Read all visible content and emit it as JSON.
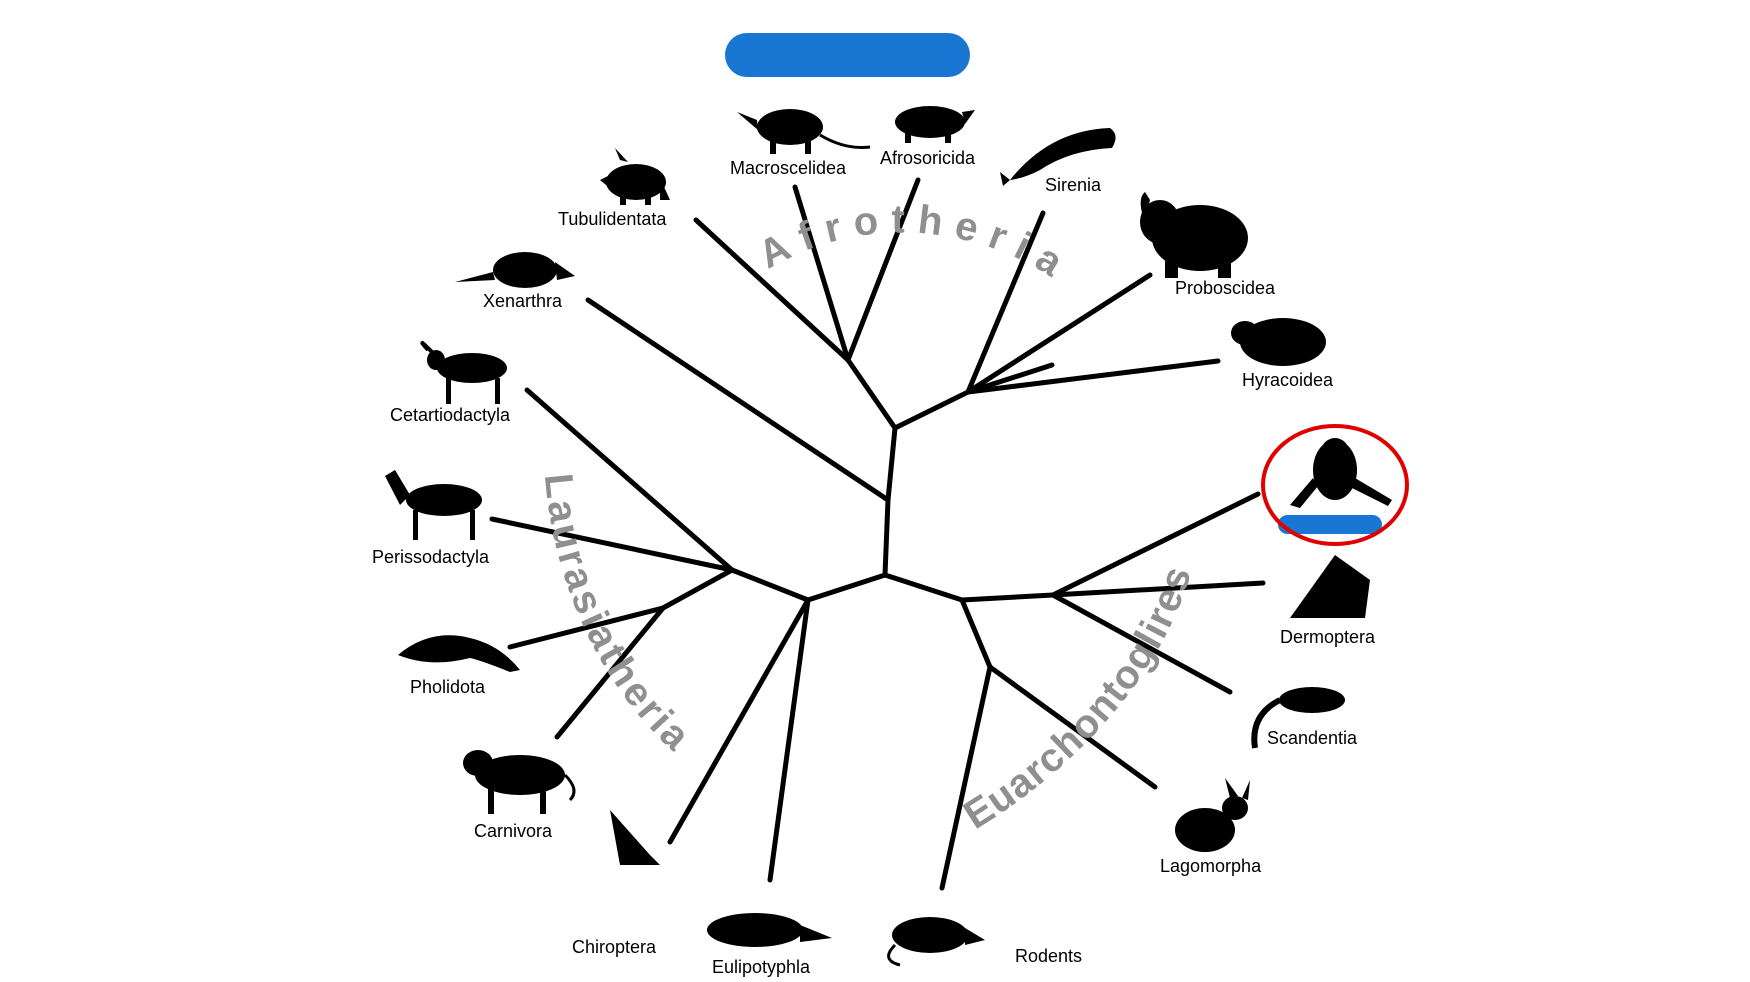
{
  "colors": {
    "branch": "#000000",
    "clade_text": "#8f8f8f",
    "redaction": "#1976d2",
    "highlight_circle": "#e00000",
    "background": "#ffffff"
  },
  "clades": {
    "afrotheria": "Afrotheria",
    "laurasiatheria": "Laurasiatheria",
    "euarchontoglires": "Euarchontoglires"
  },
  "taxa": {
    "macroscelidea": "Macroscelidea",
    "afrosoricida": "Afrosoricida",
    "sirenia": "Sirenia",
    "tubulidentata": "Tubulidentata",
    "proboscidea": "Proboscidea",
    "xenarthra": "Xenarthra",
    "hyracoidea": "Hyracoidea",
    "cetartiodactyla": "Cetartiodactyla",
    "perissodactyla": "Perissodactyla",
    "pholidota": "Pholidota",
    "carnivora": "Carnivora",
    "chiroptera": "Chiroptera",
    "eulipotyphla": "Eulipotyphla",
    "rodents": "Rodents",
    "lagomorpha": "Lagomorpha",
    "scandentia": "Scandentia",
    "dermoptera": "Dermoptera"
  },
  "icons": {
    "elephant": "elephant-icon",
    "primate": "primate-icon",
    "rabbit": "rabbit-icon",
    "horse": "horse-icon"
  }
}
